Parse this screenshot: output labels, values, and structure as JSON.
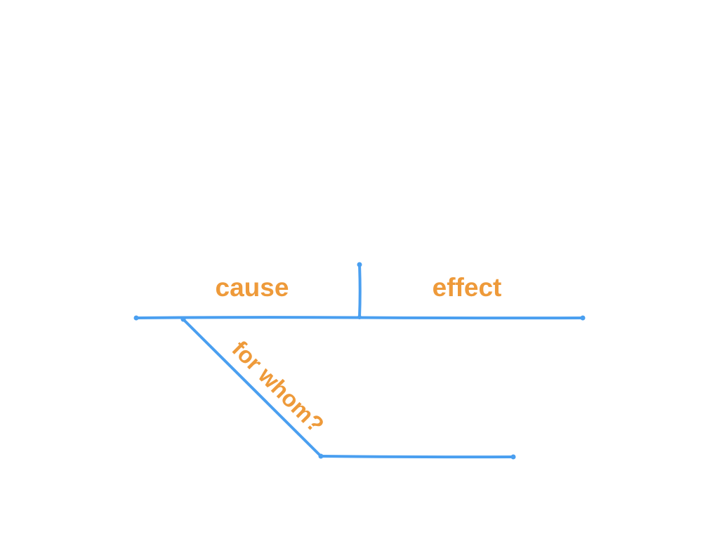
{
  "diagram": {
    "labels": {
      "cause": "cause",
      "effect": "effect",
      "modifier": "for whom?"
    },
    "colors": {
      "line": "#4A9FF0",
      "text": "#EE9A3A",
      "background": "#FFFFFF"
    }
  }
}
